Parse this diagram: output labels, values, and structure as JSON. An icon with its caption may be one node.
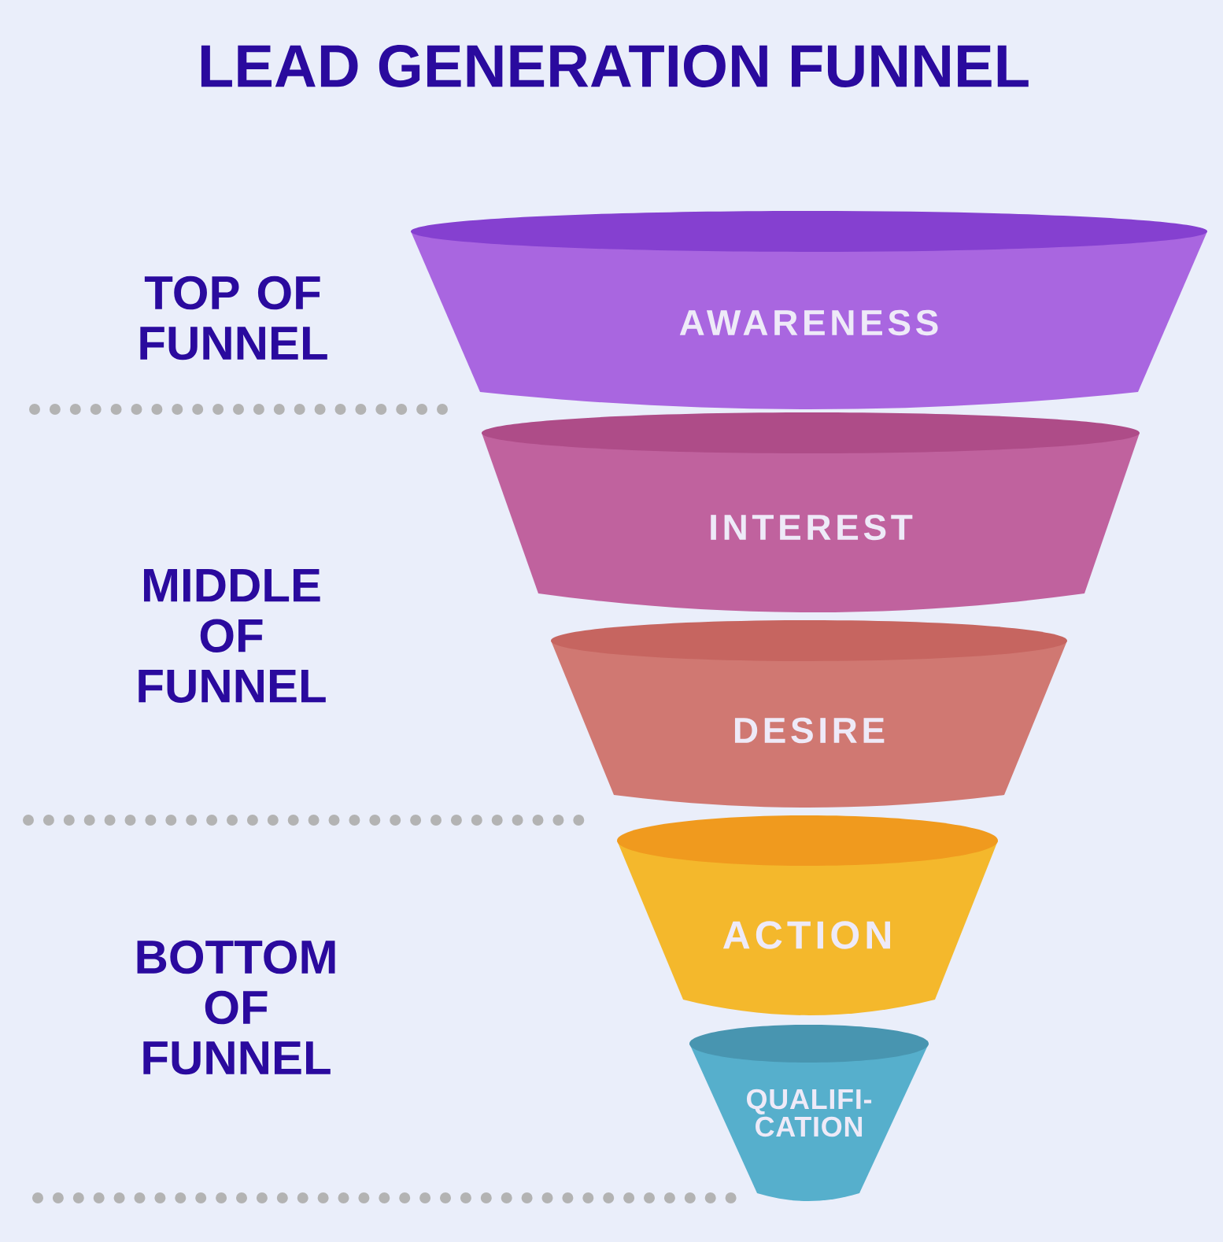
{
  "diagram": {
    "title": "LEAD GENERATION FUNNEL",
    "nodes": [
      {
        "text": [
          "AWARENESS"
        ]
      },
      {
        "text": [
          "INTEREST"
        ]
      },
      {
        "text": [
          "DESIRE"
        ]
      },
      {
        "text": [
          "ACTION"
        ]
      },
      {
        "text": [
          "QUALIFI- CATION"
        ]
      }
    ],
    "labels": [
      "TOP OF FUNNEL",
      "MIDDLE OF FUNNEL",
      "BOTTOM OF FUNNEL"
    ]
  }
}
